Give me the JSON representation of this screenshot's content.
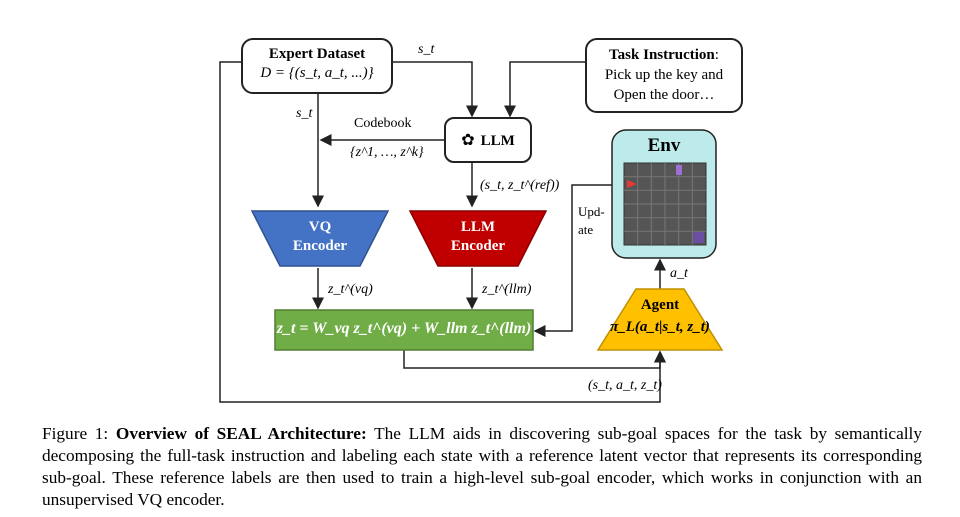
{
  "figure": {
    "expert_dataset": {
      "title": "Expert Dataset",
      "formula": "D = {(s_t, a_t, ...)}"
    },
    "task_instruction": {
      "title": "Task Instruction",
      "title_suffix": ":",
      "line1": "Pick up the key and",
      "line2": "Open the door…"
    },
    "llm": {
      "label": "LLM"
    },
    "env": {
      "label": "Env"
    },
    "vq_encoder": {
      "line1": "VQ",
      "line2": "Encoder",
      "color": "#4472C4"
    },
    "llm_encoder": {
      "line1": "LLM",
      "line2": "Encoder",
      "color": "#C00000"
    },
    "agent": {
      "title": "Agent",
      "policy": "π_L(a_t|s_t, z_t)",
      "color": "#FFC000"
    },
    "combine_box": {
      "formula": "z_t = W_vq z_t^(vq) + W_llm z_t^(llm)",
      "color": "#70AD47"
    },
    "labels": {
      "st_top": "s_t",
      "st_left": "s_t",
      "codebook": "Codebook",
      "codebook_set": "{z^1, …, z^k}",
      "st_zref": "(s_t, z_t^(ref))",
      "update_line1": "Upd-",
      "update_line2": "ate",
      "z_vq": "z_t^(vq)",
      "z_llm": "z_t^(llm)",
      "a_t": "a_t",
      "tuple": "(s_t, a_t, z_t)"
    }
  },
  "caption": {
    "prefix": "Figure 1: ",
    "bold": "Overview of SEAL Architecture:",
    "text": " The LLM aids in discovering sub-goal spaces for the task by semantically decomposing the full-task instruction and labeling each state with a reference latent vector that represents its corresponding sub-goal. These reference labels are then used to train a high-level sub-goal encoder, which works in conjunction with an unsupervised VQ encoder."
  }
}
